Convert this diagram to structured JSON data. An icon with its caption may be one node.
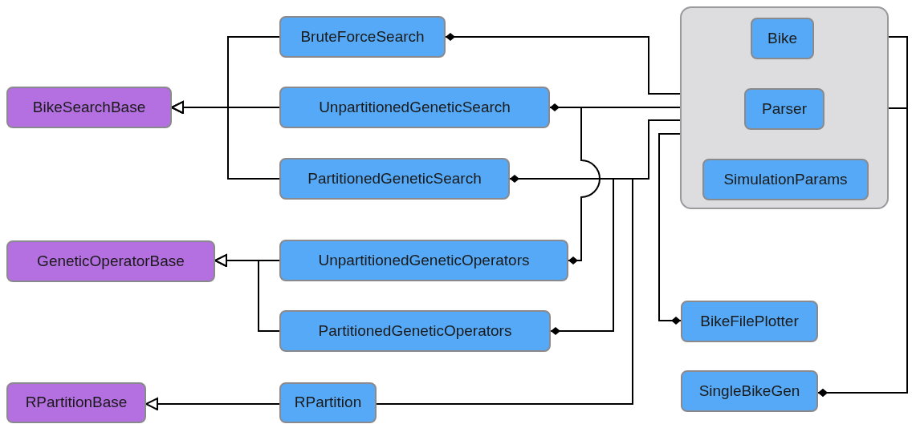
{
  "diagram": {
    "nodes": [
      {
        "text": [
          "BikeSearchBase"
        ]
      },
      {
        "text": [
          "BruteForceSearch"
        ]
      },
      {
        "text": [
          "UnpartitionedGeneticSearch"
        ]
      },
      {
        "text": [
          "PartitionedGeneticSearch"
        ]
      },
      {
        "text": [
          "GeneticOperatorBase"
        ]
      },
      {
        "text": [
          "UnpartitionedGeneticOperators"
        ]
      },
      {
        "text": [
          "PartitionedGeneticOperators"
        ]
      },
      {
        "text": [
          "RPartitionBase"
        ]
      },
      {
        "text": [
          "RPartition"
        ]
      },
      {
        "text": [],
        "shape": "box"
      },
      {
        "text": [
          "Bike"
        ],
        "in": 9
      },
      {
        "text": [
          "Parser"
        ],
        "in": 9
      },
      {
        "text": [
          "SimulationParams"
        ],
        "in": 9
      },
      {
        "text": [
          "BikeFilePlotter"
        ]
      },
      {
        "text": [
          "SingleBikeGen"
        ]
      }
    ],
    "edges": [
      {
        "from": 1,
        "to": 0,
        "arrow": "to"
      },
      {
        "from": 2,
        "to": 0,
        "arrow": "to"
      },
      {
        "from": 3,
        "to": 0,
        "arrow": "to"
      },
      {
        "from": 5,
        "to": 4,
        "arrow": "to"
      },
      {
        "from": 6,
        "to": 4,
        "arrow": "to"
      },
      {
        "from": 8,
        "to": 7,
        "arrow": "to"
      },
      {
        "from": 9,
        "to": 1,
        "arrow": "other"
      },
      {
        "from": 9,
        "to": 2,
        "arrow": "other"
      },
      {
        "from": 9,
        "to": 5,
        "arrow": "other"
      },
      {
        "from": 9,
        "to": 3,
        "arrow": "other"
      },
      {
        "from": 9,
        "to": 6,
        "arrow": "other"
      },
      {
        "from": 9,
        "to": 8,
        "arrow": "none"
      },
      {
        "from": 9,
        "to": 13,
        "arrow": "other"
      },
      {
        "from": 10,
        "to": 14,
        "arrow": "other"
      },
      {
        "from": 11,
        "to": 14,
        "arrow": "other"
      }
    ]
  }
}
